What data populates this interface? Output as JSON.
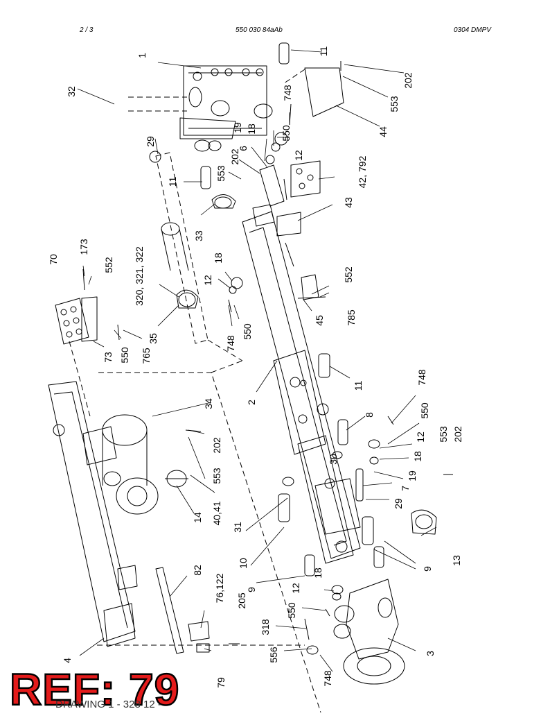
{
  "header": {
    "page": "2 /   3",
    "doc_number": "550 030 84aAb",
    "code": "0304 DMPV"
  },
  "badge": {
    "text": "REF: 79"
  },
  "footer": {
    "drawing": "DRAWING 1 - 328 12 -"
  },
  "callouts": [
    {
      "id": "c1",
      "text": "1"
    },
    {
      "id": "c2",
      "text": "11"
    },
    {
      "id": "c3",
      "text": "202"
    },
    {
      "id": "c4",
      "text": "553"
    },
    {
      "id": "c5",
      "text": "44"
    },
    {
      "id": "c6",
      "text": "32"
    },
    {
      "id": "c7",
      "text": "748"
    },
    {
      "id": "c8",
      "text": "550"
    },
    {
      "id": "c9",
      "text": "12"
    },
    {
      "id": "c10",
      "text": "18"
    },
    {
      "id": "c11",
      "text": "19"
    },
    {
      "id": "c12",
      "text": "29"
    },
    {
      "id": "c13",
      "text": "6"
    },
    {
      "id": "c14",
      "text": "202"
    },
    {
      "id": "c15",
      "text": "553"
    },
    {
      "id": "c16",
      "text": "42, 792"
    },
    {
      "id": "c17",
      "text": "11"
    },
    {
      "id": "c18",
      "text": "43"
    },
    {
      "id": "c19",
      "text": "33"
    },
    {
      "id": "c20",
      "text": "173"
    },
    {
      "id": "c21",
      "text": "70"
    },
    {
      "id": "c22",
      "text": "552"
    },
    {
      "id": "c23",
      "text": "320, 321, 322"
    },
    {
      "id": "c24",
      "text": "18"
    },
    {
      "id": "c25",
      "text": "12"
    },
    {
      "id": "c26",
      "text": "552"
    },
    {
      "id": "c27",
      "text": "785"
    },
    {
      "id": "c28",
      "text": "45"
    },
    {
      "id": "c29",
      "text": "35"
    },
    {
      "id": "c30",
      "text": "73"
    },
    {
      "id": "c31",
      "text": "550"
    },
    {
      "id": "c32",
      "text": "765"
    },
    {
      "id": "c33",
      "text": "748"
    },
    {
      "id": "c34",
      "text": "550"
    },
    {
      "id": "c35",
      "text": "748"
    },
    {
      "id": "c36",
      "text": "2"
    },
    {
      "id": "c37",
      "text": "11"
    },
    {
      "id": "c38",
      "text": "34"
    },
    {
      "id": "c39",
      "text": "8"
    },
    {
      "id": "c40",
      "text": "550"
    },
    {
      "id": "c41",
      "text": "202"
    },
    {
      "id": "c42",
      "text": "553"
    },
    {
      "id": "c43",
      "text": "202"
    },
    {
      "id": "c44",
      "text": "12"
    },
    {
      "id": "c45",
      "text": "30"
    },
    {
      "id": "c46",
      "text": "18"
    },
    {
      "id": "c47",
      "text": "19"
    },
    {
      "id": "c48",
      "text": "553"
    },
    {
      "id": "c49",
      "text": "7"
    },
    {
      "id": "c50",
      "text": "14"
    },
    {
      "id": "c51",
      "text": "40,41"
    },
    {
      "id": "c52",
      "text": "29"
    },
    {
      "id": "c53",
      "text": "31"
    },
    {
      "id": "c54",
      "text": "10"
    },
    {
      "id": "c55",
      "text": "13"
    },
    {
      "id": "c56",
      "text": "9"
    },
    {
      "id": "c57",
      "text": "82"
    },
    {
      "id": "c58",
      "text": "76,122"
    },
    {
      "id": "c59",
      "text": "18"
    },
    {
      "id": "c60",
      "text": "9"
    },
    {
      "id": "c61",
      "text": "12"
    },
    {
      "id": "c62",
      "text": "205"
    },
    {
      "id": "c63",
      "text": "550"
    },
    {
      "id": "c64",
      "text": "318"
    },
    {
      "id": "c65",
      "text": "4"
    },
    {
      "id": "c66",
      "text": "556"
    },
    {
      "id": "c67",
      "text": "3"
    },
    {
      "id": "c68",
      "text": "748"
    },
    {
      "id": "c69",
      "text": "79"
    }
  ]
}
